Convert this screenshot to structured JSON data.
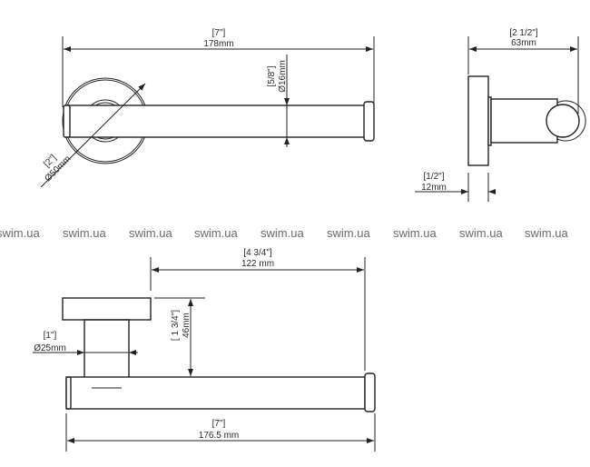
{
  "top_view": {
    "overall_inch": "[7\"]",
    "overall_mm": "178mm",
    "rosette_inch": "[2\"]",
    "rosette_mm": "Ø50mm",
    "bar_inch": "[5/8\"]",
    "bar_mm": "Ø16mm"
  },
  "side_view": {
    "depth_inch": "[2 1/2\"]",
    "depth_mm": "63mm",
    "plate_inch": "[1/2\"]",
    "plate_mm": "12mm"
  },
  "front_view": {
    "arm_inch": "[4 3/4\"]",
    "arm_mm": "122 mm",
    "height_inch": "[ 1 3/4\"]",
    "height_mm": "46mm",
    "neck_inch": "[1\"]",
    "neck_mm": "Ø25mm",
    "overall_inch": "[7\"]",
    "overall_mm": "176.5 mm"
  },
  "watermarks": [
    "swim.ua",
    "swim.ua",
    "swim.ua",
    "swim.ua",
    "swim.ua",
    "swim.ua",
    "swim.ua",
    "swim.ua",
    "swim.ua"
  ]
}
